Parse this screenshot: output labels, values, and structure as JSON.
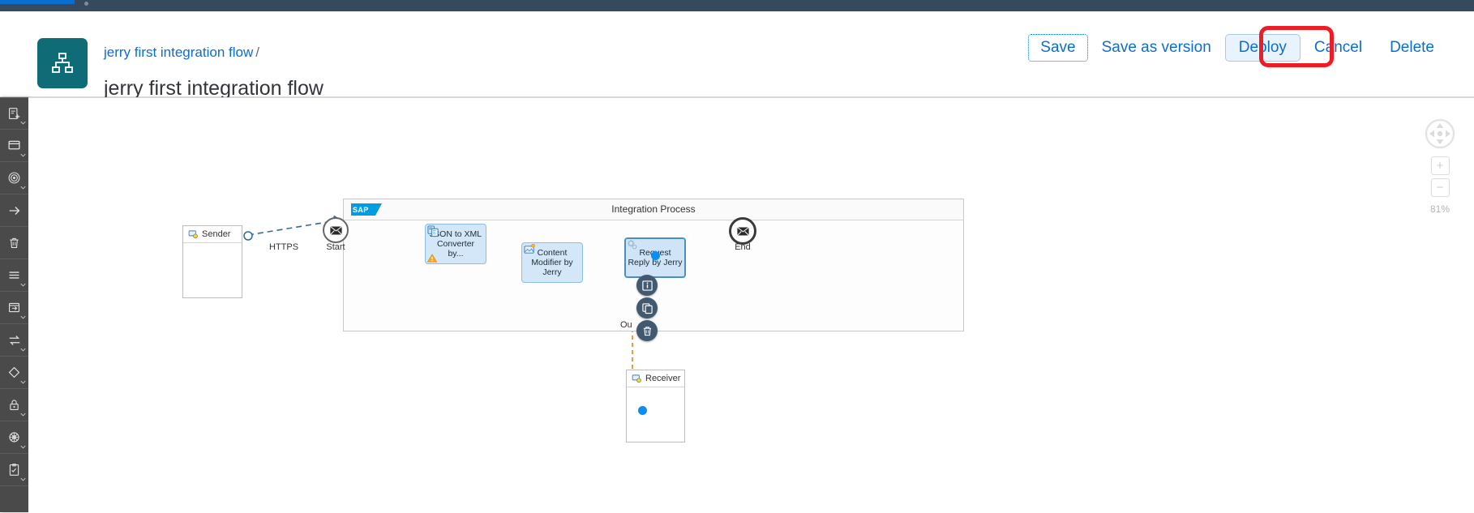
{
  "shell": {
    "accent_color": "#0a6ed1",
    "bar_color": "#354a5f"
  },
  "header": {
    "app_icon": "hierarchy-icon",
    "breadcrumb_link": "jerry first integration flow",
    "breadcrumb_separator": "/",
    "title": "jerry first integration flow",
    "actions": [
      {
        "label": "Save",
        "state": "focused"
      },
      {
        "label": "Save as version",
        "state": "normal"
      },
      {
        "label": "Deploy",
        "state": "primary-highlighted"
      },
      {
        "label": "Cancel",
        "state": "normal"
      },
      {
        "label": "Delete",
        "state": "normal"
      }
    ],
    "annotation_color": "#ee1c25"
  },
  "toolbar": {
    "items": [
      {
        "icon": "add-step-icon",
        "caret": true
      },
      {
        "icon": "subprocess-icon",
        "caret": true
      },
      {
        "icon": "event-icon",
        "caret": true
      },
      {
        "icon": "arrow-right-icon",
        "caret": false
      },
      {
        "icon": "trash-icon",
        "caret": false
      },
      {
        "icon": "lines-icon",
        "caret": true
      },
      {
        "icon": "call-activity-icon",
        "caret": true
      },
      {
        "icon": "exchange-icon",
        "caret": true
      },
      {
        "icon": "gateway-icon",
        "caret": true
      },
      {
        "icon": "security-lock-icon",
        "caret": true
      },
      {
        "icon": "mapping-icon",
        "caret": true
      },
      {
        "icon": "validator-icon",
        "caret": true
      }
    ]
  },
  "canvas": {
    "pool": {
      "title": "Integration Process",
      "logo_text": "SAP"
    },
    "participants": [
      {
        "name": "sender",
        "label": "Sender"
      },
      {
        "name": "receiver",
        "label": "Receiver"
      }
    ],
    "nodes": [
      {
        "name": "start-event",
        "label": "Start",
        "type": "message-event"
      },
      {
        "name": "json-to-xml",
        "label": "JSON to XML Converter by...",
        "type": "task",
        "warning": true
      },
      {
        "name": "content-modifier",
        "label": "Content Modifier by Jerry",
        "type": "task"
      },
      {
        "name": "request-reply",
        "label": "Request Reply by Jerry",
        "type": "task",
        "selected": true
      },
      {
        "name": "end-event",
        "label": "End",
        "type": "message-event"
      }
    ],
    "flows": [
      {
        "name": "https-flow",
        "label": "HTTPS",
        "style": "dashed"
      },
      {
        "name": "output-flow",
        "label": "Ou",
        "style": "dashed-orange"
      }
    ],
    "context_actions": [
      {
        "icon": "info-icon",
        "name": "properties-button"
      },
      {
        "icon": "copy-icon",
        "name": "duplicate-button"
      },
      {
        "icon": "trash-icon",
        "name": "delete-button"
      }
    ],
    "zoom": {
      "level": "81%",
      "in_label": "+",
      "out_label": "−",
      "pan_icon": "pan-control-icon"
    }
  }
}
